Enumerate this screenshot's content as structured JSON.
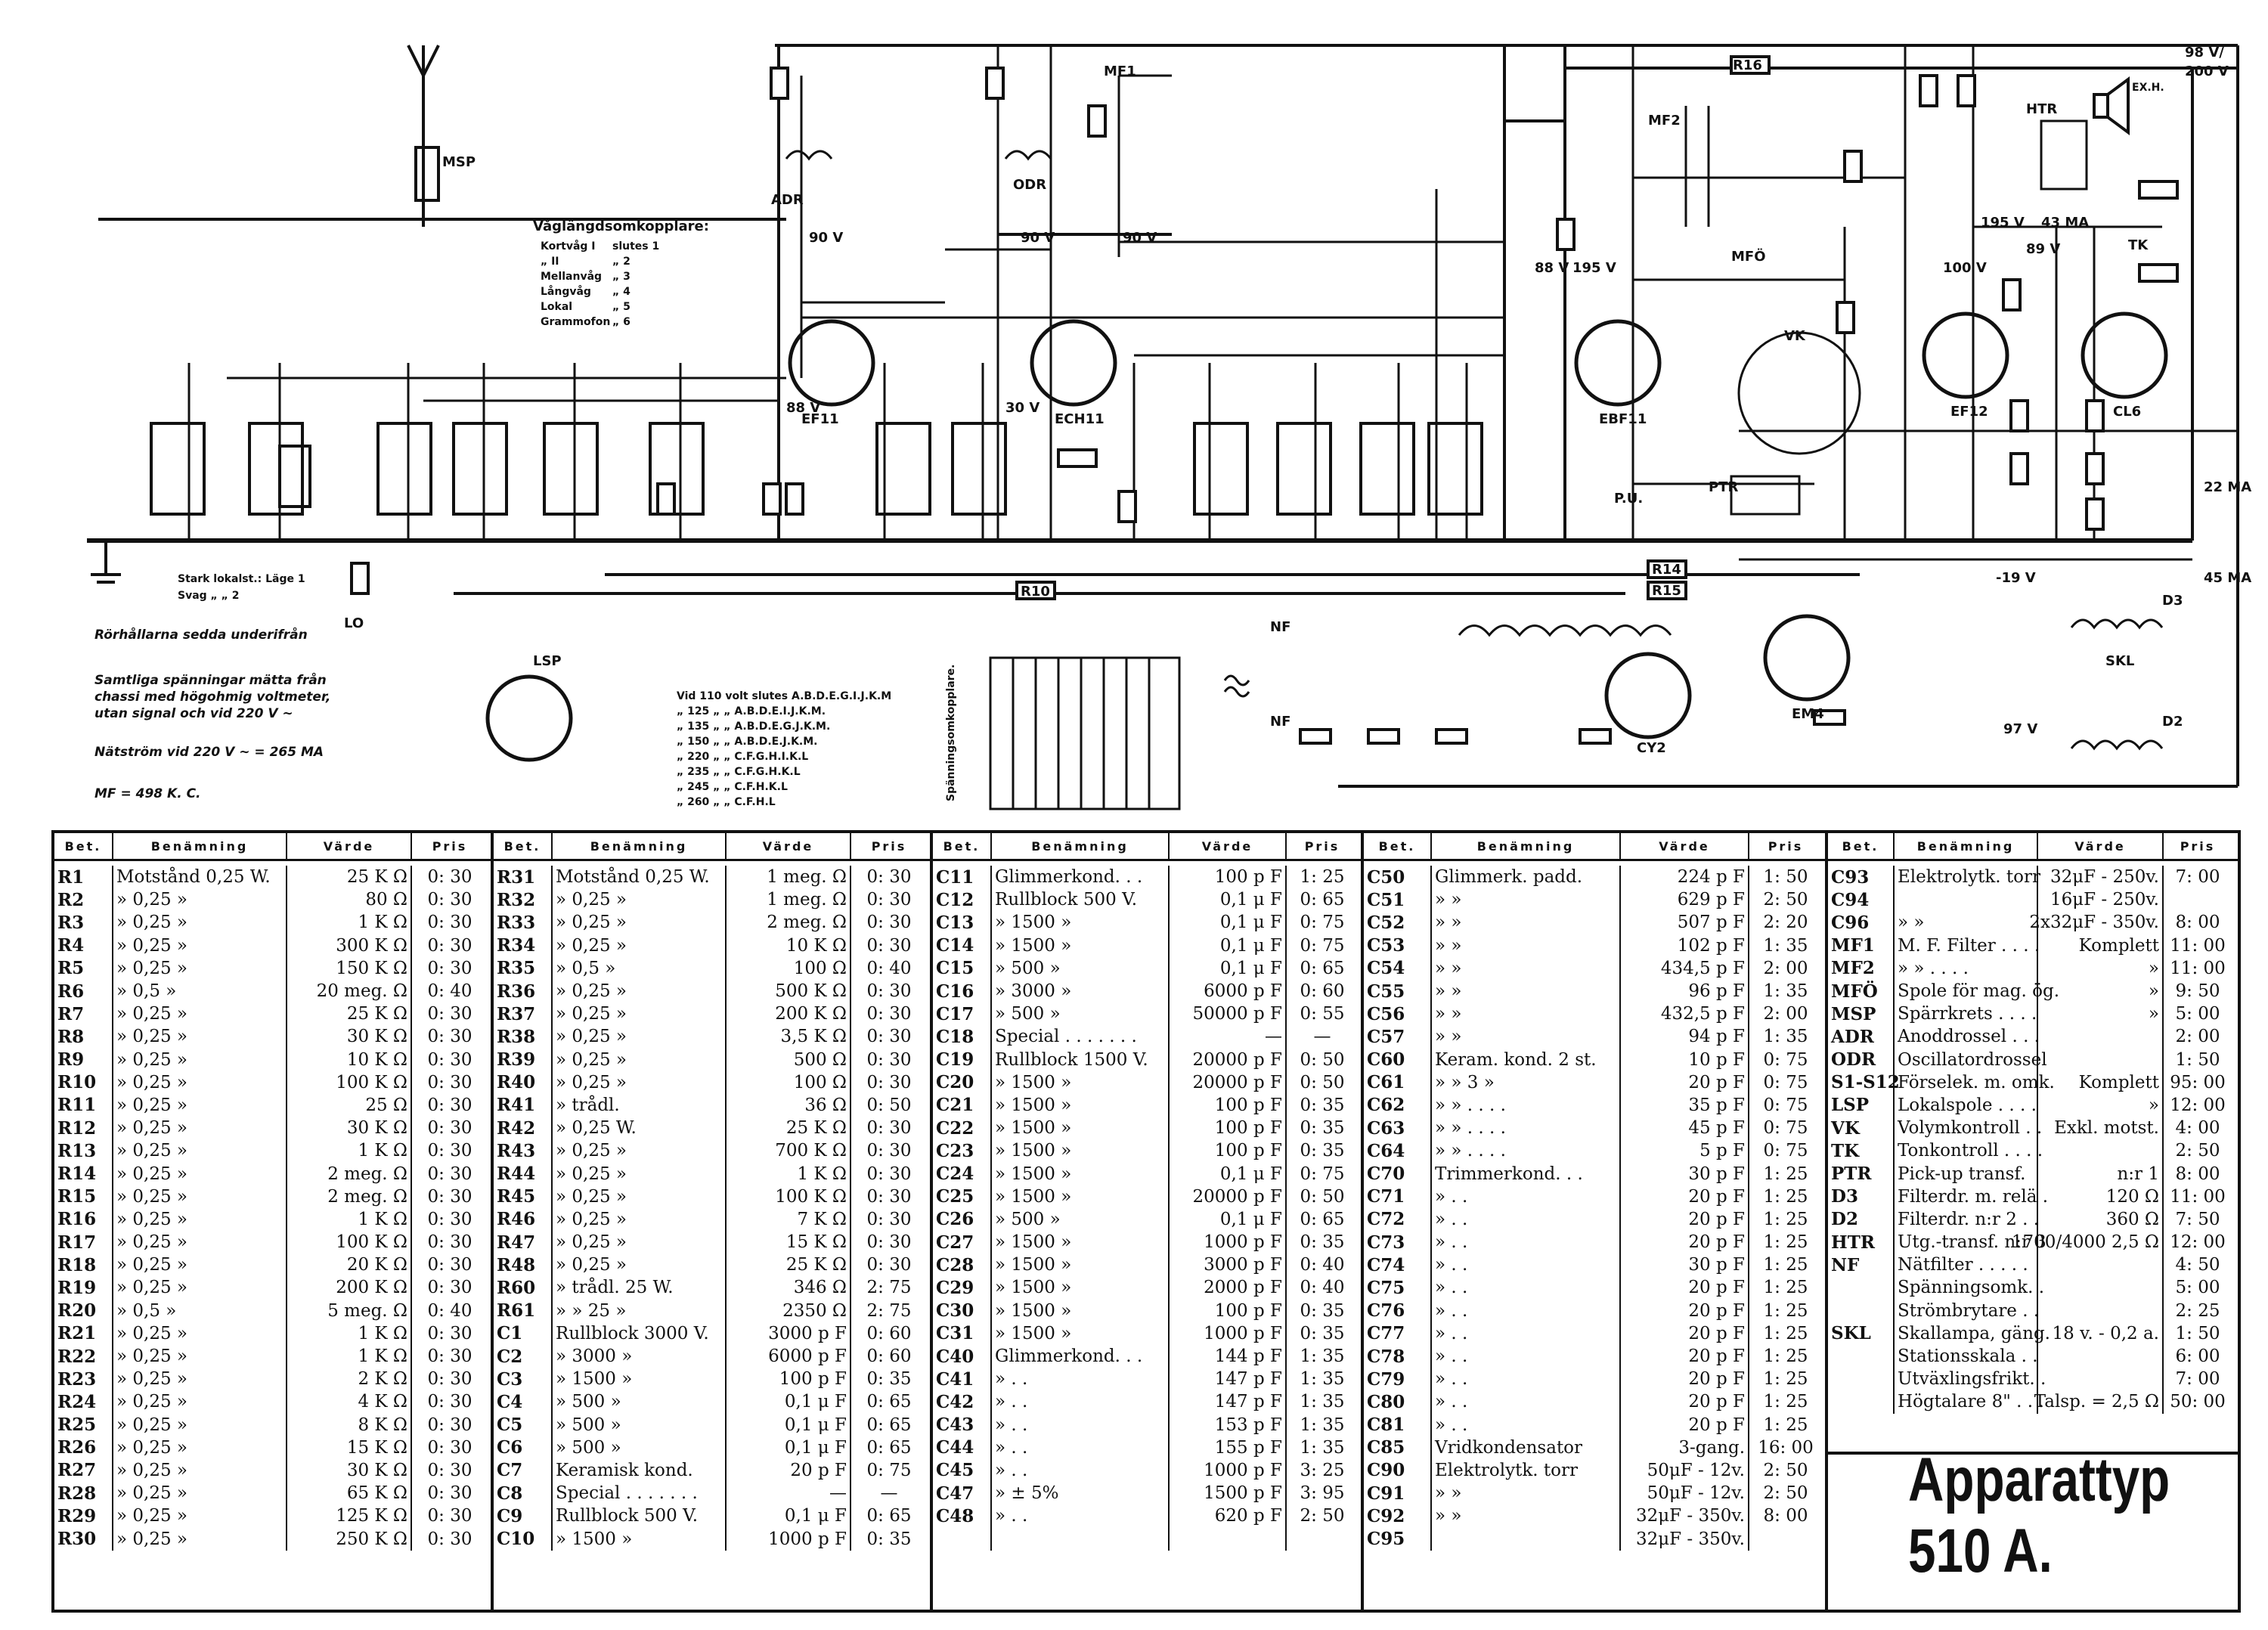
{
  "schematic": {
    "tubes": [
      "EF11",
      "ECH11",
      "EBF11",
      "EF12",
      "CL6",
      "EM4",
      "CY2"
    ],
    "voltage_labels": [
      "90 V",
      "90 V",
      "90 V",
      "88 V",
      "30 V",
      "195 V",
      "88 V",
      "100 V",
      "89 V",
      "195 V",
      "43 MA",
      "98 V/",
      "200 V",
      "-19 V",
      "97 V",
      "22 MA",
      "45 MA"
    ],
    "component_labels": [
      "MSP",
      "ADR",
      "ODR",
      "MF1",
      "MF2",
      "MFÖ",
      "VK",
      "TK",
      "HTR",
      "LSP",
      "PTR",
      "P.U.",
      "NF",
      "NF",
      "D3",
      "D2",
      "SKL",
      "LO",
      "R16",
      "R10",
      "R14",
      "R15"
    ],
    "speaker_label": "EX.H.",
    "selector_title": "Våglängdsomkopplare:",
    "selector_rows": [
      {
        "band": "Kortvåg I",
        "text": "slutes 1"
      },
      {
        "band": "„ II",
        "text": "„ 2"
      },
      {
        "band": "Mellanvåg",
        "text": "„ 3"
      },
      {
        "band": "Långvåg",
        "text": "„ 4"
      },
      {
        "band": "Lokal",
        "text": "„ 5"
      },
      {
        "band": "Grammofon",
        "text": "„ 6"
      }
    ],
    "lokalst_line1": "Stark lokalst.: Läge 1",
    "lokalst_line2": "Svag „ „ 2",
    "notes": [
      "Rörhållarna sedda underifrån",
      "Samtliga spänningar mätta från",
      "chassi med högohmig voltmeter,",
      "utan signal och vid 220 V ∼",
      "Nätström vid 220 V ∼ = 265 MA",
      "MF = 498 K. C."
    ],
    "voltage_table": [
      "Vid 110 volt slutes A.B.D.E.G.I.J.K.M",
      "„ 125 „ „ A.B.D.E.I.J.K.M.",
      "„ 135 „ „ A.B.D.E.G.J.K.M.",
      "„ 150 „ „ A.B.D.E.J.K.M.",
      "„ 220 „ „ C.F.G.H.I.K.L",
      "„ 235 „ „ C.F.G.H.K.L",
      "„ 245 „ „ C.F.H.K.L",
      "„ 260 „ „ C.F.H.L"
    ],
    "switch_caption": "Spänningsomkopplare."
  },
  "table": {
    "headers": [
      "Bet.",
      "Benämning",
      "Värde",
      "Pris"
    ],
    "columns": [
      [
        [
          "R1",
          "Motstånd 0,25 W.",
          "25 K Ω",
          "0: 30"
        ],
        [
          "R2",
          "» 0,25 »",
          "80 Ω",
          "0: 30"
        ],
        [
          "R3",
          "» 0,25 »",
          "1 K Ω",
          "0: 30"
        ],
        [
          "R4",
          "» 0,25 »",
          "300 K Ω",
          "0: 30"
        ],
        [
          "R5",
          "» 0,25 »",
          "150 K Ω",
          "0: 30"
        ],
        [
          "R6",
          "» 0,5 »",
          "20 meg. Ω",
          "0: 40"
        ],
        [
          "R7",
          "» 0,25 »",
          "25 K Ω",
          "0: 30"
        ],
        [
          "R8",
          "» 0,25 »",
          "30 K Ω",
          "0: 30"
        ],
        [
          "R9",
          "» 0,25 »",
          "10 K Ω",
          "0: 30"
        ],
        [
          "R10",
          "» 0,25 »",
          "100 K Ω",
          "0: 30"
        ],
        [
          "R11",
          "» 0,25 »",
          "25 Ω",
          "0: 30"
        ],
        [
          "R12",
          "» 0,25 »",
          "30 K Ω",
          "0: 30"
        ],
        [
          "R13",
          "» 0,25 »",
          "1 K Ω",
          "0: 30"
        ],
        [
          "R14",
          "» 0,25 »",
          "2 meg. Ω",
          "0: 30"
        ],
        [
          "R15",
          "» 0,25 »",
          "2 meg. Ω",
          "0: 30"
        ],
        [
          "R16",
          "» 0,25 »",
          "1 K Ω",
          "0: 30"
        ],
        [
          "R17",
          "» 0,25 »",
          "100 K Ω",
          "0: 30"
        ],
        [
          "R18",
          "» 0,25 »",
          "20 K Ω",
          "0: 30"
        ],
        [
          "R19",
          "» 0,25 »",
          "200 K Ω",
          "0: 30"
        ],
        [
          "R20",
          "» 0,5 »",
          "5 meg. Ω",
          "0: 40"
        ],
        [
          "R21",
          "» 0,25 »",
          "1 K Ω",
          "0: 30"
        ],
        [
          "R22",
          "» 0,25 »",
          "1 K Ω",
          "0: 30"
        ],
        [
          "R23",
          "» 0,25 »",
          "2 K Ω",
          "0: 30"
        ],
        [
          "R24",
          "» 0,25 »",
          "4 K Ω",
          "0: 30"
        ],
        [
          "R25",
          "» 0,25 »",
          "8 K Ω",
          "0: 30"
        ],
        [
          "R26",
          "» 0,25 »",
          "15 K Ω",
          "0: 30"
        ],
        [
          "R27",
          "» 0,25 »",
          "30 K Ω",
          "0: 30"
        ],
        [
          "R28",
          "» 0,25 »",
          "65 K Ω",
          "0: 30"
        ],
        [
          "R29",
          "» 0,25 »",
          "125 K Ω",
          "0: 30"
        ],
        [
          "R30",
          "» 0,25 »",
          "250 K Ω",
          "0: 30"
        ]
      ],
      [
        [
          "R31",
          "Motstånd 0,25 W.",
          "1 meg. Ω",
          "0: 30"
        ],
        [
          "R32",
          "» 0,25 »",
          "1 meg. Ω",
          "0: 30"
        ],
        [
          "R33",
          "» 0,25 »",
          "2 meg. Ω",
          "0: 30"
        ],
        [
          "R34",
          "» 0,25 »",
          "10 K Ω",
          "0: 30"
        ],
        [
          "R35",
          "» 0,5 »",
          "100 Ω",
          "0: 40"
        ],
        [
          "R36",
          "» 0,25 »",
          "500 K Ω",
          "0: 30"
        ],
        [
          "R37",
          "» 0,25 »",
          "200 K Ω",
          "0: 30"
        ],
        [
          "R38",
          "» 0,25 »",
          "3,5 K Ω",
          "0: 30"
        ],
        [
          "R39",
          "» 0,25 »",
          "500 Ω",
          "0: 30"
        ],
        [
          "R40",
          "» 0,25 »",
          "100 Ω",
          "0: 30"
        ],
        [
          "R41",
          "» trådl.",
          "36 Ω",
          "0: 50"
        ],
        [
          "R42",
          "» 0,25 W.",
          "25 K Ω",
          "0: 30"
        ],
        [
          "R43",
          "» 0,25 »",
          "700 K Ω",
          "0: 30"
        ],
        [
          "R44",
          "» 0,25 »",
          "1 K Ω",
          "0: 30"
        ],
        [
          "R45",
          "» 0,25 »",
          "100 K Ω",
          "0: 30"
        ],
        [
          "R46",
          "» 0,25 »",
          "7 K Ω",
          "0: 30"
        ],
        [
          "R47",
          "» 0,25 »",
          "15 K Ω",
          "0: 30"
        ],
        [
          "R48",
          "» 0,25 »",
          "25 K Ω",
          "0: 30"
        ],
        [
          "R60",
          "» trådl. 25 W.",
          "346 Ω",
          "2: 75"
        ],
        [
          "R61",
          "» » 25 »",
          "2350 Ω",
          "2: 75"
        ],
        [
          "C1",
          "Rullblock 3000 V.",
          "3000 p F",
          "0: 60"
        ],
        [
          "C2",
          "» 3000 »",
          "6000 p F",
          "0: 60"
        ],
        [
          "C3",
          "» 1500 »",
          "100 p F",
          "0: 35"
        ],
        [
          "C4",
          "» 500 »",
          "0,1 μ F",
          "0: 65"
        ],
        [
          "C5",
          "» 500 »",
          "0,1 μ F",
          "0: 65"
        ],
        [
          "C6",
          "» 500 »",
          "0,1 μ F",
          "0: 65"
        ],
        [
          "C7",
          "Keramisk kond.",
          "20 p F",
          "0: 75"
        ],
        [
          "C8",
          "Special . . . . . . .",
          "—",
          "—"
        ],
        [
          "C9",
          "Rullblock 500 V.",
          "0,1 μ F",
          "0: 65"
        ],
        [
          "C10",
          "» 1500 »",
          "1000 p F",
          "0: 35"
        ]
      ],
      [
        [
          "C11",
          "Glimmerkond. . .",
          "100 p F",
          "1: 25"
        ],
        [
          "C12",
          "Rullblock 500 V.",
          "0,1 μ F",
          "0: 65"
        ],
        [
          "C13",
          "» 1500 »",
          "0,1 μ F",
          "0: 75"
        ],
        [
          "C14",
          "» 1500 »",
          "0,1 μ F",
          "0: 75"
        ],
        [
          "C15",
          "» 500 »",
          "0,1 μ F",
          "0: 65"
        ],
        [
          "C16",
          "» 3000 »",
          "6000 p F",
          "0: 60"
        ],
        [
          "C17",
          "» 500 »",
          "50000 p F",
          "0: 55"
        ],
        [
          "C18",
          "Special . . . . . . .",
          "—",
          "—"
        ],
        [
          "C19",
          "Rullblock 1500 V.",
          "20000 p F",
          "0: 50"
        ],
        [
          "C20",
          "» 1500 »",
          "20000 p F",
          "0: 50"
        ],
        [
          "C21",
          "» 1500 »",
          "100 p F",
          "0: 35"
        ],
        [
          "C22",
          "» 1500 »",
          "100 p F",
          "0: 35"
        ],
        [
          "C23",
          "» 1500 »",
          "100 p F",
          "0: 35"
        ],
        [
          "C24",
          "» 1500 »",
          "0,1 μ F",
          "0: 75"
        ],
        [
          "C25",
          "» 1500 »",
          "20000 p F",
          "0: 50"
        ],
        [
          "C26",
          "» 500 »",
          "0,1 μ F",
          "0: 65"
        ],
        [
          "C27",
          "» 1500 »",
          "1000 p F",
          "0: 35"
        ],
        [
          "C28",
          "» 1500 »",
          "3000 p F",
          "0: 40"
        ],
        [
          "C29",
          "» 1500 »",
          "2000 p F",
          "0: 40"
        ],
        [
          "C30",
          "» 1500 »",
          "100 p F",
          "0: 35"
        ],
        [
          "C31",
          "» 1500 »",
          "1000 p F",
          "0: 35"
        ],
        [
          "C40",
          "Glimmerkond. . .",
          "144 p F",
          "1: 35"
        ],
        [
          "C41",
          "» . .",
          "147 p F",
          "1: 35"
        ],
        [
          "C42",
          "» . .",
          "147 p F",
          "1: 35"
        ],
        [
          "C43",
          "» . .",
          "153 p F",
          "1: 35"
        ],
        [
          "C44",
          "» . .",
          "155 p F",
          "1: 35"
        ],
        [
          "C45",
          "» . .",
          "1000 p F",
          "3: 25"
        ],
        [
          "C47",
          "» ± 5%",
          "1500 p F",
          "3: 95"
        ],
        [
          "C48",
          "» . .",
          "620 p F",
          "2: 50"
        ],
        [
          "",
          "",
          "",
          ""
        ]
      ],
      [
        [
          "C50",
          "Glimmerk. padd.",
          "224 p F",
          "1: 50"
        ],
        [
          "C51",
          "» »",
          "629 p F",
          "2: 50"
        ],
        [
          "C52",
          "» »",
          "507 p F",
          "2: 20"
        ],
        [
          "C53",
          "» »",
          "102 p F",
          "1: 35"
        ],
        [
          "C54",
          "» »",
          "434,5 p F",
          "2: 00"
        ],
        [
          "C55",
          "» »",
          "96 p F",
          "1: 35"
        ],
        [
          "C56",
          "» »",
          "432,5 p F",
          "2: 00"
        ],
        [
          "C57",
          "» »",
          "94 p F",
          "1: 35"
        ],
        [
          "C60",
          "Keram. kond. 2 st.",
          "10 p F",
          "0: 75"
        ],
        [
          "C61",
          "» » 3 »",
          "20 p F",
          "0: 75"
        ],
        [
          "C62",
          "» » . . . .",
          "35 p F",
          "0: 75"
        ],
        [
          "C63",
          "» » . . . .",
          "45 p F",
          "0: 75"
        ],
        [
          "C64",
          "» » . . . .",
          "5 p F",
          "0: 75"
        ],
        [
          "C70",
          "Trimmerkond. . .",
          "30 p F",
          "1: 25"
        ],
        [
          "C71",
          "» . .",
          "20 p F",
          "1: 25"
        ],
        [
          "C72",
          "» . .",
          "20 p F",
          "1: 25"
        ],
        [
          "C73",
          "» . .",
          "20 p F",
          "1: 25"
        ],
        [
          "C74",
          "» . .",
          "30 p F",
          "1: 25"
        ],
        [
          "C75",
          "» . .",
          "20 p F",
          "1: 25"
        ],
        [
          "C76",
          "» . .",
          "20 p F",
          "1: 25"
        ],
        [
          "C77",
          "» . .",
          "20 p F",
          "1: 25"
        ],
        [
          "C78",
          "» . .",
          "20 p F",
          "1: 25"
        ],
        [
          "C79",
          "» . .",
          "20 p F",
          "1: 25"
        ],
        [
          "C80",
          "» . .",
          "20 p F",
          "1: 25"
        ],
        [
          "C81",
          "» . .",
          "20 p F",
          "1: 25"
        ],
        [
          "C85",
          "Vridkondensator",
          "3-gang.",
          "16: 00"
        ],
        [
          "C90",
          "Elektrolytk. torr",
          "50μF - 12v.",
          "2: 50"
        ],
        [
          "C91",
          "» »",
          "50μF - 12v.",
          "2: 50"
        ],
        [
          "C92",
          "» »",
          "32μF - 350v.",
          "8: 00"
        ],
        [
          "C95",
          "",
          "32μF - 350v.",
          ""
        ]
      ],
      [
        [
          "C93",
          "Elektrolytk. torr",
          "32μF - 250v.",
          "7: 00"
        ],
        [
          "C94",
          "",
          "16μF - 250v.",
          ""
        ],
        [
          "C96",
          "» »",
          "2x32μF - 350v.",
          "8: 00"
        ],
        [
          "MF1",
          "M. F. Filter . . . .",
          "Komplett",
          "11: 00"
        ],
        [
          "MF2",
          "» » . . . .",
          "»",
          "11: 00"
        ],
        [
          "MFÖ",
          "Spole för mag. ög.",
          "»",
          "9: 50"
        ],
        [
          "MSP",
          "Spärrkrets . . . .",
          "»",
          "5: 00"
        ],
        [
          "ADR",
          "Anoddrossel . . .",
          "",
          "2: 00"
        ],
        [
          "ODR",
          "Oscillatordrossel",
          "",
          "1: 50"
        ],
        [
          "S1-S12",
          "Förselek. m. omk.",
          "Komplett",
          "95: 00"
        ],
        [
          "LSP",
          "Lokalspole . . . .",
          "»",
          "12: 00"
        ],
        [
          "VK",
          "Volymkontroll . .",
          "Exkl. motst.",
          "4: 00"
        ],
        [
          "TK",
          "Tonkontroll . . . .",
          "",
          "2: 50"
        ],
        [
          "PTR",
          "Pick-up transf.",
          "n:r 1",
          "8: 00"
        ],
        [
          "D3",
          "Filterdr. m. relä .",
          "120 Ω",
          "11: 00"
        ],
        [
          "D2",
          "Filterdr. n:r 2 . .",
          "360 Ω",
          "7: 50"
        ],
        [
          "HTR",
          "Utg.-transf. n:r 3",
          "1700/4000 2,5 Ω",
          "12: 00"
        ],
        [
          "NF",
          "Nätfilter . . . . .",
          "",
          "4: 50"
        ],
        [
          "",
          "Spänningsomk. .",
          "",
          "5: 00"
        ],
        [
          "",
          "Strömbrytare . .",
          "",
          "2: 25"
        ],
        [
          "SKL",
          "Skallampa, gäng.",
          "18 v. - 0,2 a.",
          "1: 50"
        ],
        [
          "",
          "Stationsskala . .",
          "",
          "6: 00"
        ],
        [
          "",
          "Utväxlingsfrikt. .",
          "",
          "7: 00"
        ],
        [
          "",
          "Högtalare 8\" . . .",
          "Talsp. = 2,5 Ω",
          "50: 00"
        ]
      ]
    ],
    "footer_title": "Apparattyp 510 A."
  }
}
